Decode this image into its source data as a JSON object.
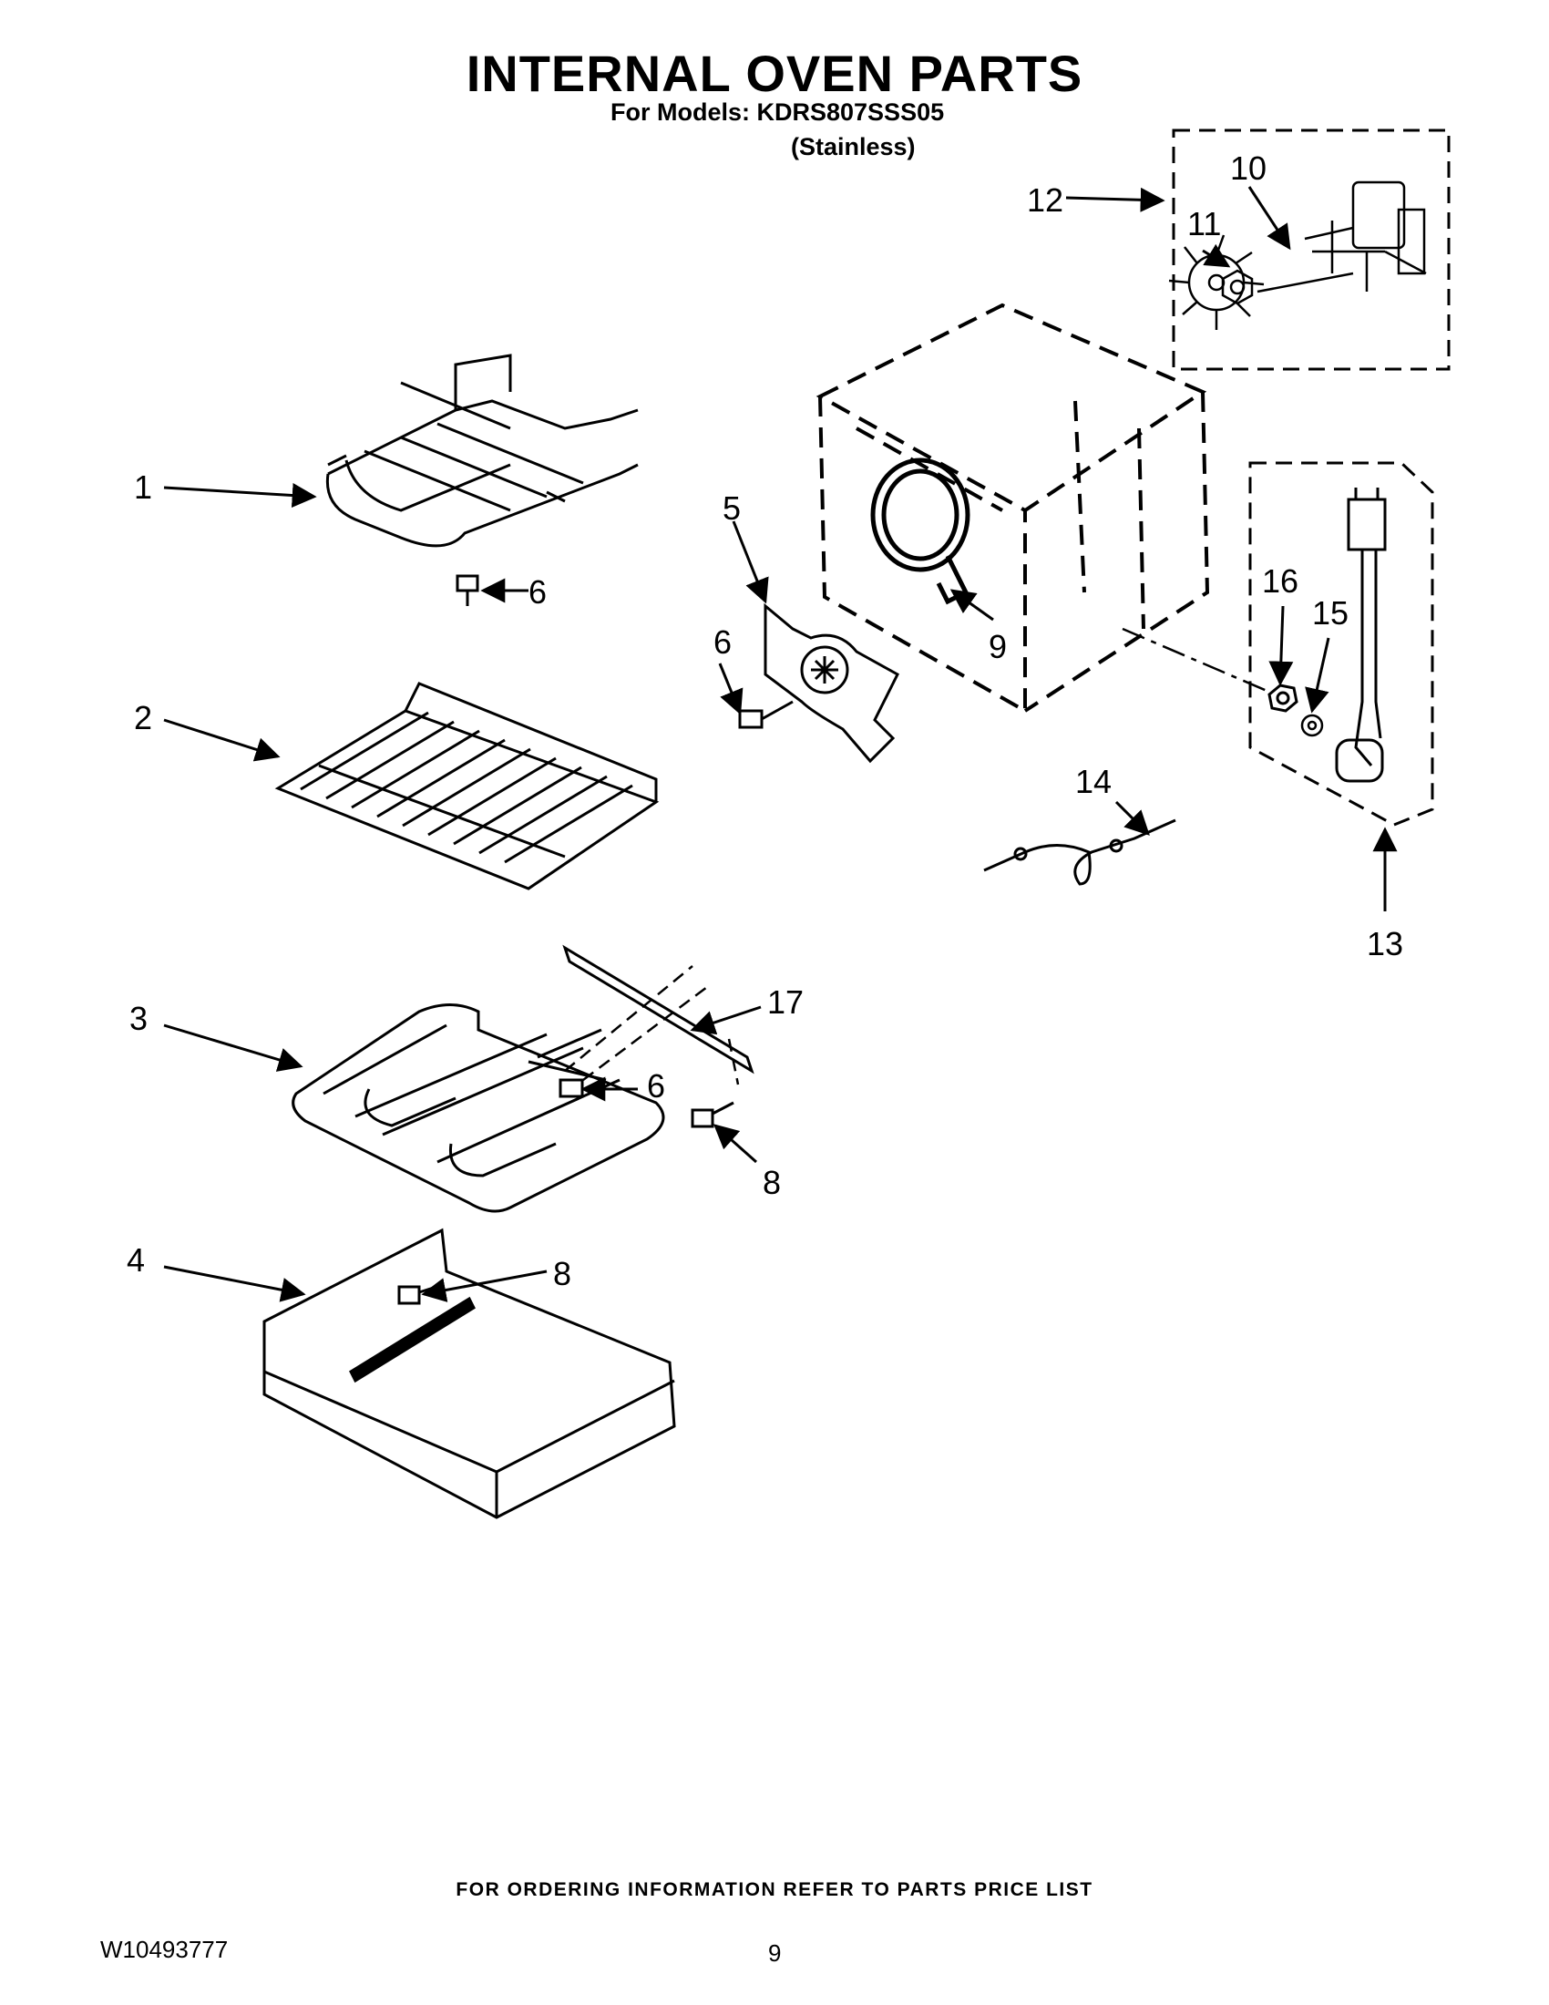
{
  "header": {
    "title": "INTERNAL OVEN PARTS",
    "models_line": "For Models: KDRS807SSS05",
    "variant": "(Stainless)"
  },
  "callouts": {
    "c1": "1",
    "c2": "2",
    "c3": "3",
    "c4": "4",
    "c5": "5",
    "c6a": "6",
    "c6b": "6",
    "c6c": "6",
    "c8a": "8",
    "c8b": "8",
    "c9": "9",
    "c10": "10",
    "c11": "11",
    "c12": "12",
    "c13": "13",
    "c14": "14",
    "c15": "15",
    "c16": "16",
    "c17": "17"
  },
  "footer": {
    "ordering_info": "FOR ORDERING INFORMATION REFER TO PARTS PRICE LIST",
    "document_number": "W10493777",
    "page_number": "9"
  }
}
